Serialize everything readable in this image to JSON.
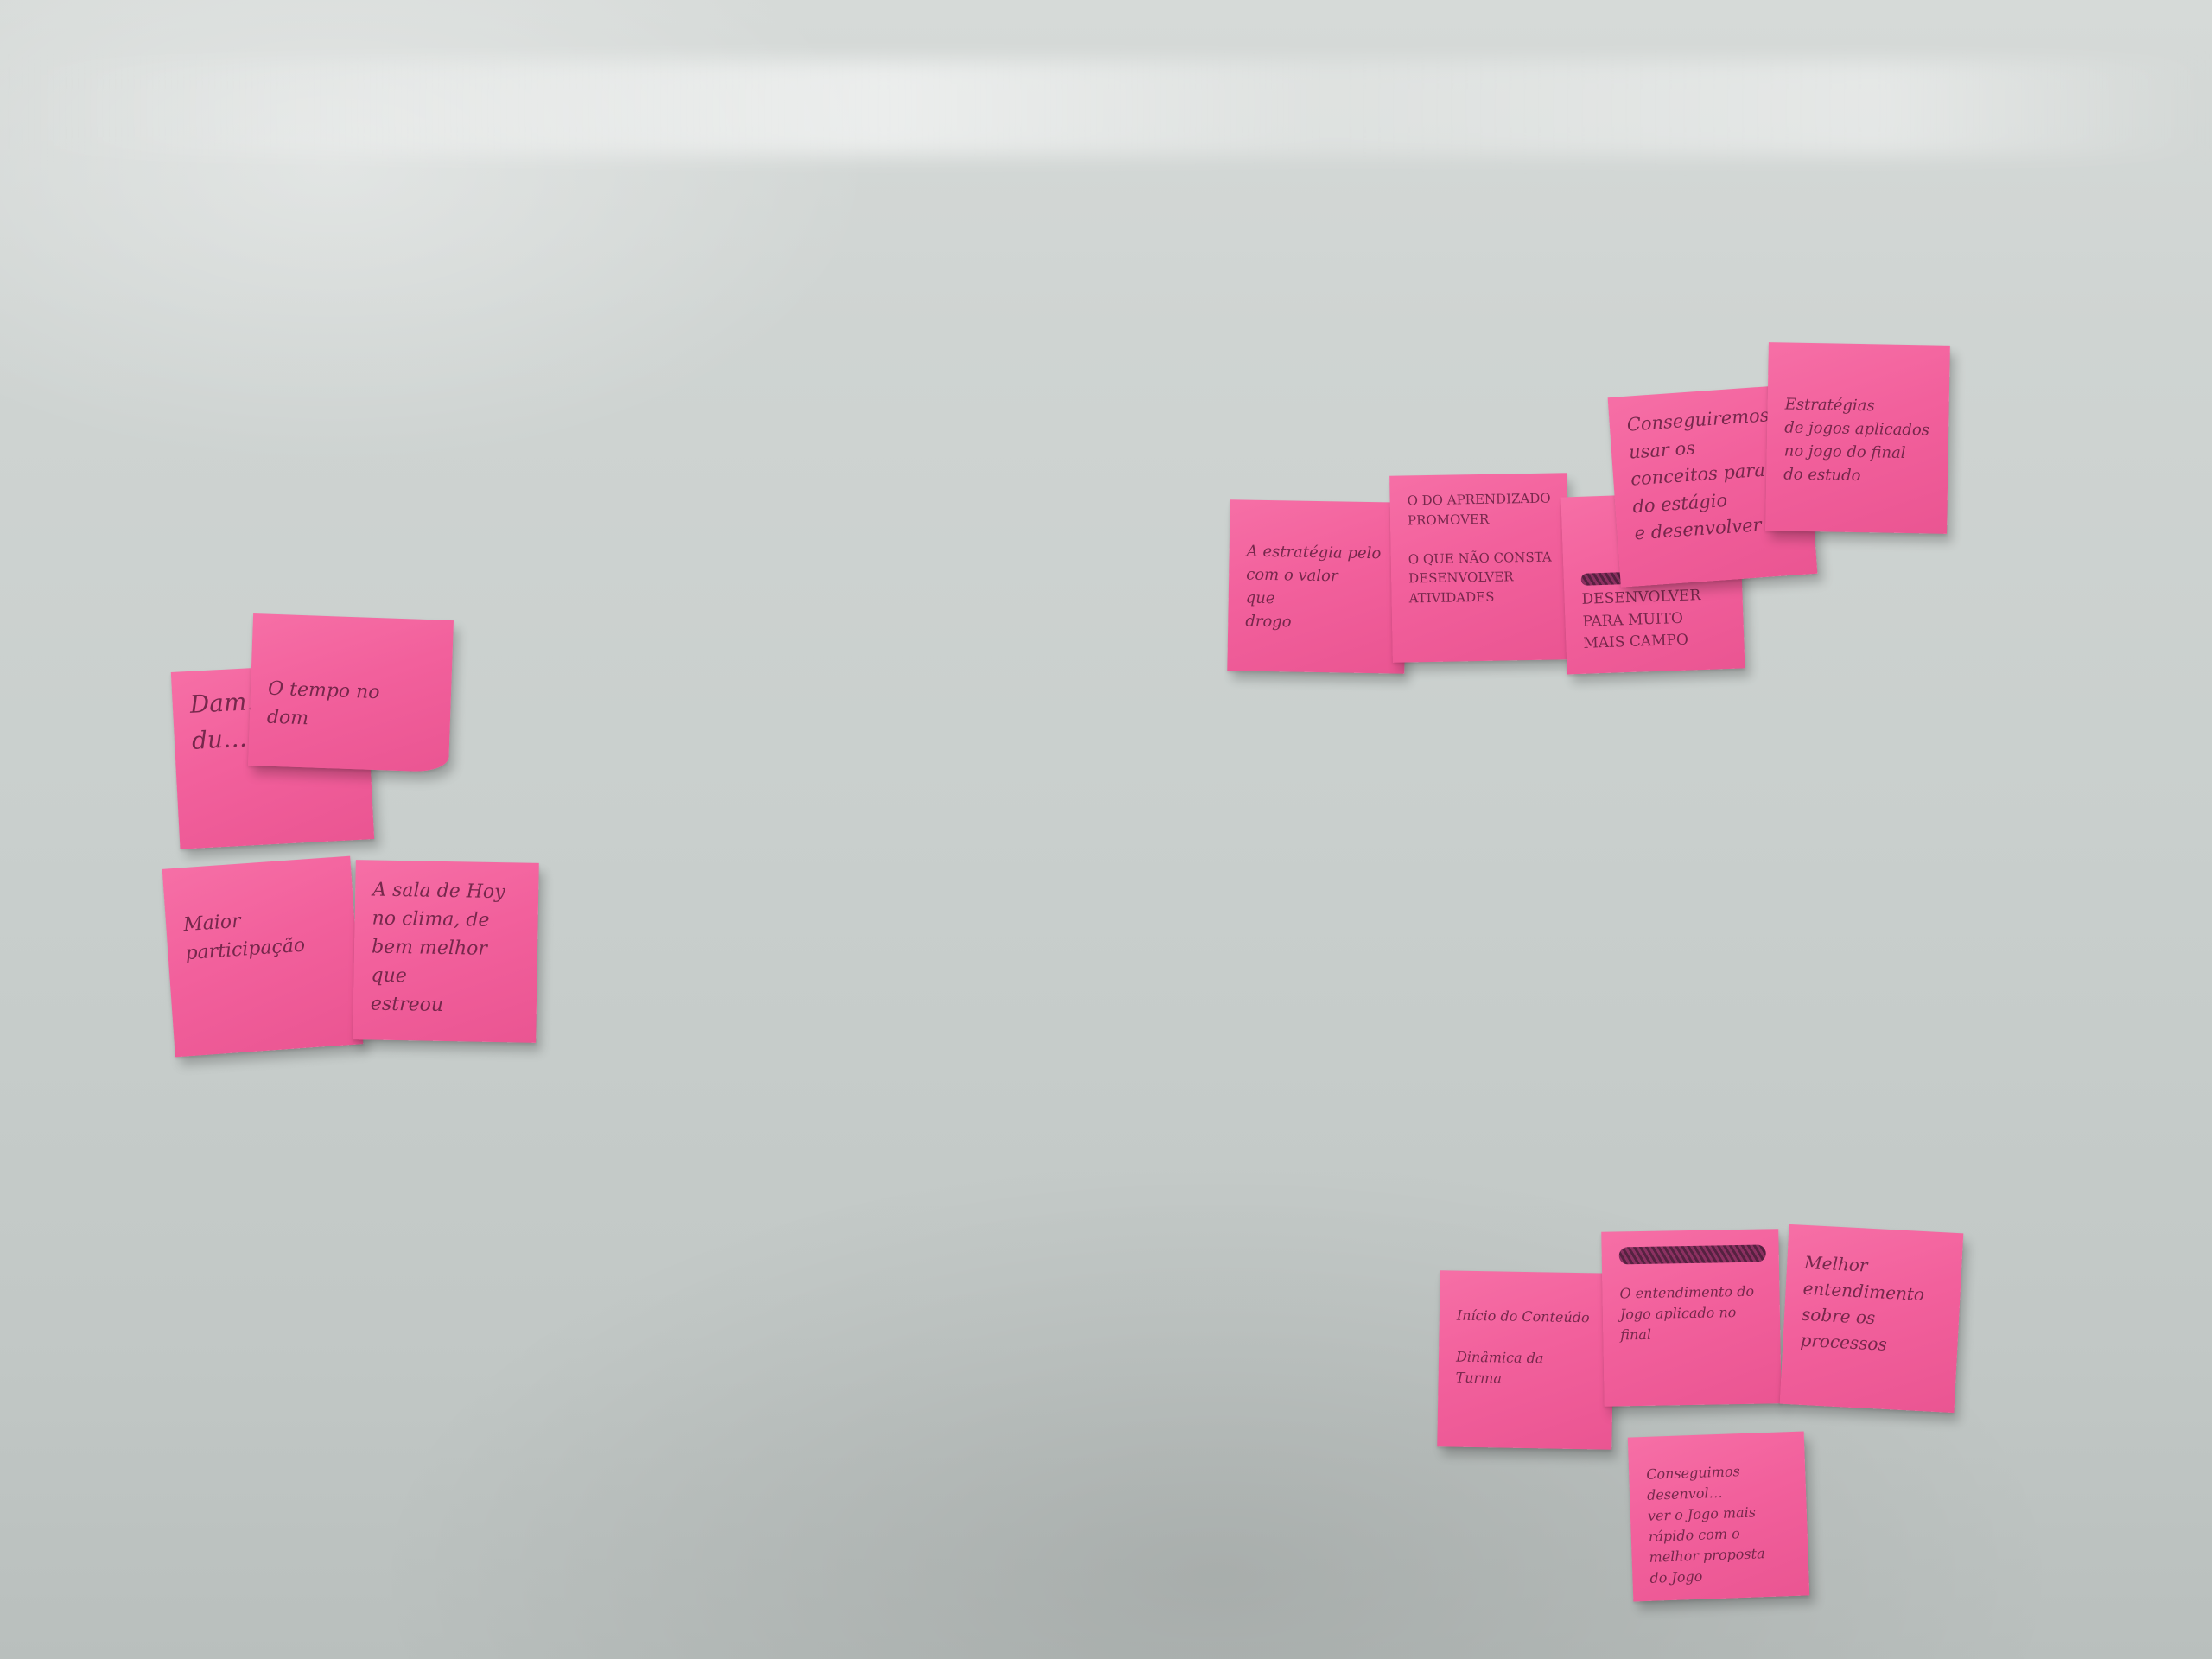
{
  "board": {
    "note_color": "#f2609c",
    "ink_color": "#5b1b3a",
    "groups": [
      {
        "name": "left-group",
        "notes": [
          {
            "id": "n1",
            "text": "Dam…\ndu…"
          },
          {
            "id": "n2",
            "text": "O tempo no\ndom"
          },
          {
            "id": "n3",
            "text": "Maior participação"
          },
          {
            "id": "n4",
            "text": "A sala de Hoy\nno clima, de\nbem melhor que\nestreou"
          }
        ]
      },
      {
        "name": "top-right-group",
        "notes": [
          {
            "id": "n5",
            "text": "A estratégia pelo\ncom o valor\nque\ndrogo"
          },
          {
            "id": "n6",
            "text": "O DO APRENDIZADO\nPROMOVER\n\nO QUE NÃO CONSTA\nDESENVOLVER ATIVIDADES"
          },
          {
            "id": "n7",
            "text": "DESENVOLVER\nPARA MUITO\nMAIS CAMPO"
          },
          {
            "id": "n8",
            "text": "Conseguiremos\nusar os\nconceitos para\ndo estágio\ne desenvolver"
          },
          {
            "id": "n9",
            "text": "Estratégias\nde jogos aplicados\nno jogo do final\ndo estudo"
          }
        ]
      },
      {
        "name": "bottom-right-group",
        "notes": [
          {
            "id": "n10",
            "text": "Início do Conteúdo\n\nDinâmica da\nTurma"
          },
          {
            "id": "n11",
            "text": "O entendimento do\nJogo aplicado no\nfinal"
          },
          {
            "id": "n12",
            "text": "Melhor entendimento\nsobre os\nprocessos"
          },
          {
            "id": "n13",
            "text": "Conseguimos desenvol…\nver o Jogo mais\nrápido com o\nmelhor proposta\ndo Jogo"
          }
        ]
      }
    ]
  }
}
